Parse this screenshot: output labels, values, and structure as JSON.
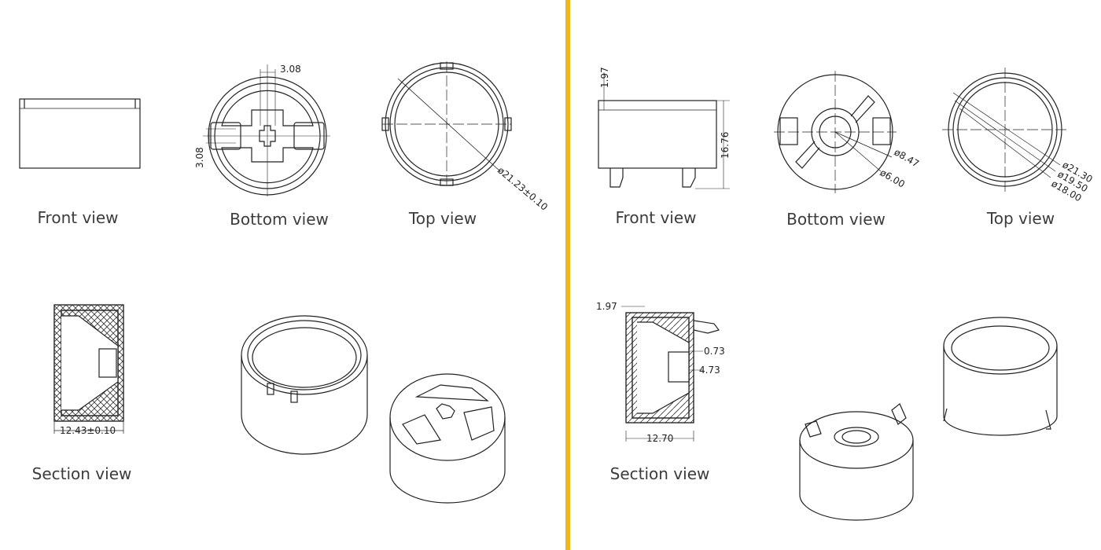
{
  "divider_color": "#f1b51c",
  "left": {
    "front_view": {
      "caption": "Front view"
    },
    "bottom_view": {
      "caption": "Bottom view",
      "dim_top": "3.08",
      "dim_left": "3.08"
    },
    "top_view": {
      "caption": "Top view",
      "dim_diameter": "ø21.23±0.10"
    },
    "section_view": {
      "caption": "Section view",
      "dim_width": "12.43±0.10"
    }
  },
  "right": {
    "front_view": {
      "caption": "Front view",
      "dim_top": "1.97",
      "dim_height": "16.76"
    },
    "bottom_view": {
      "caption": "Bottom view",
      "dim_outer": "ø8.47",
      "dim_inner": "ø6.00"
    },
    "top_view": {
      "caption": "Top view",
      "dim_1": "ø21.30",
      "dim_2": "ø19.50",
      "dim_3": "ø18.00"
    },
    "section_view": {
      "caption": "Section view",
      "dim_top": "1.97",
      "dim_a": "0.73",
      "dim_b": "4.73",
      "dim_width": "12.70"
    }
  }
}
